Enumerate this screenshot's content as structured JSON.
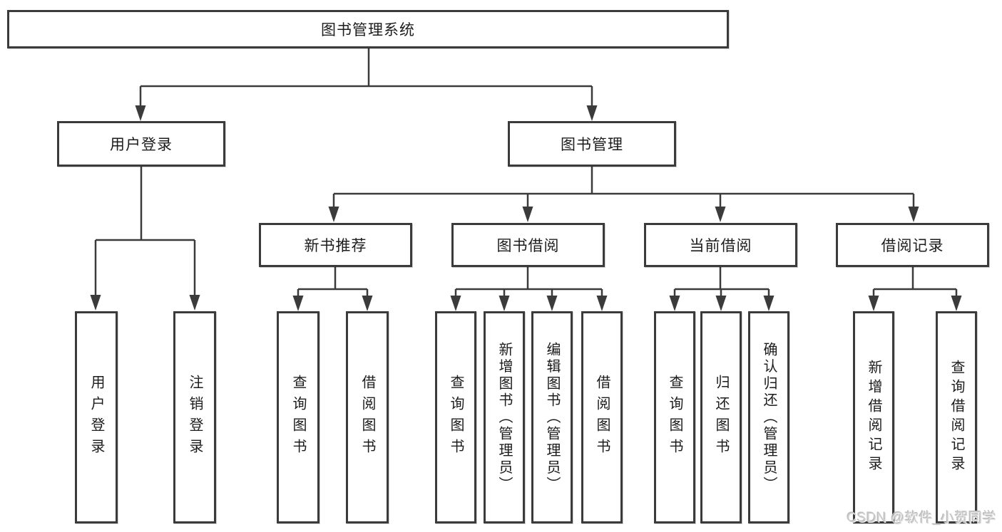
{
  "nodes": {
    "root": "图书管理系统",
    "user_login": "用户登录",
    "book_mgmt": "图书管理",
    "new_books": "新书推荐",
    "book_borrow": "图书借阅",
    "current_borrow": "当前借阅",
    "borrow_records": "借阅记录",
    "leaf_user_login": "用户登录",
    "leaf_logout": "注销登录",
    "leaf_nb_query": "查询图书",
    "leaf_nb_borrow": "借阅图书",
    "leaf_bb_query": "查询图书",
    "leaf_bb_add": "新增图书（管理员）",
    "leaf_bb_edit": "编辑图书（管理员）",
    "leaf_bb_borrow": "借阅图书",
    "leaf_cb_query": "查询图书",
    "leaf_cb_return": "归还图书",
    "leaf_cb_confirm": "确认归还（管理员）",
    "leaf_br_add": "新增借阅记录",
    "leaf_br_query": "查询借阅记录"
  },
  "watermark": "CSDN @软件_小贺同学",
  "colors": {
    "line": "#3b3b3b",
    "border": "#3b3b3b",
    "text": "#1c1c1c",
    "background": "#ffffff",
    "watermark": "#cbcbcb"
  }
}
